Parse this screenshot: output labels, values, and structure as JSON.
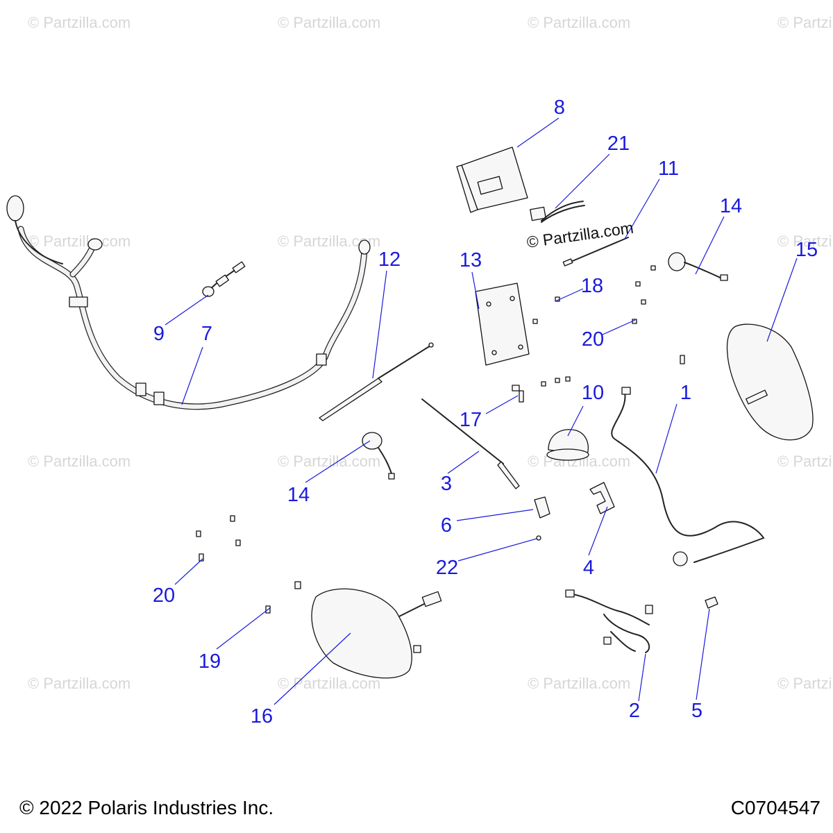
{
  "footer": {
    "copyright": "© 2022 Polaris Industries Inc.",
    "diagram_id": "C0704547"
  },
  "watermark": "© Partzilla.com",
  "callouts": [
    "1",
    "2",
    "3",
    "4",
    "5",
    "6",
    "7",
    "8",
    "9",
    "10",
    "11",
    "12",
    "13",
    "14",
    "14",
    "15",
    "16",
    "17",
    "18",
    "19",
    "20",
    "20",
    "21",
    "22"
  ]
}
